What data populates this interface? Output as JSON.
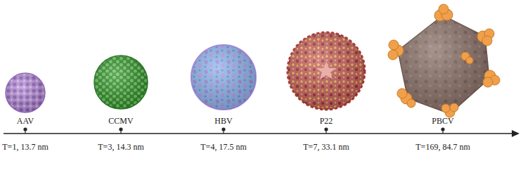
{
  "diagram": {
    "labels": [
      "AAV",
      "CCMV",
      "HBV",
      "P22",
      "PBCV",
      "T=1, 13.7 nm",
      "T=3, 14.3 nm",
      "T=4, 17.5 nm",
      "T=7, 33.1 nm",
      "T=169, 84.7 nm"
    ]
  }
}
